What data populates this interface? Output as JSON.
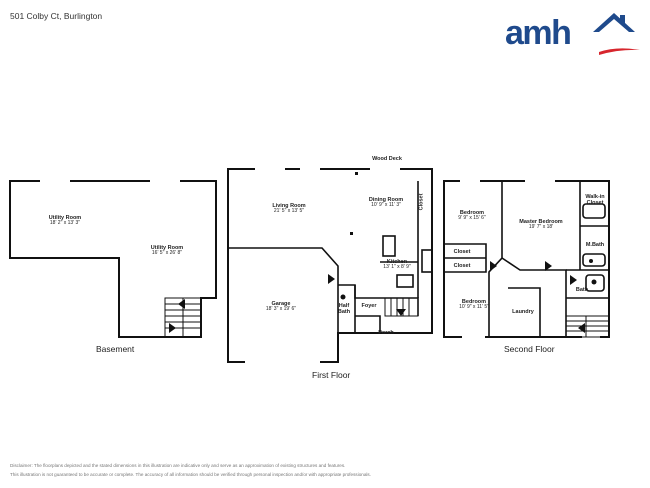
{
  "header": {
    "address": "501 Colby Ct, Burlington",
    "logo_text": "amh"
  },
  "floors": {
    "basement": "Basement",
    "first": "First Floor",
    "second": "Second Floor"
  },
  "rooms": {
    "utility_room_1": {
      "name": "Utility Room",
      "dim": "18' 2\" x 13' 3\""
    },
    "utility_room_2": {
      "name": "Utility Room",
      "dim": "16' 5\" x 26' 8\""
    },
    "living_room": {
      "name": "Living Room",
      "dim": "21' 5\" x 13' 5\""
    },
    "dining_room": {
      "name": "Dining Room",
      "dim": "10' 9\" x 11' 3\""
    },
    "kitchen": {
      "name": "Kitchen",
      "dim": "13' 1\" x 8' 9\""
    },
    "garage": {
      "name": "Garage",
      "dim": "18' 3\" x 19' 6\""
    },
    "wood_deck": {
      "name": "Wood Deck"
    },
    "half_bath": {
      "name": "Half Bath"
    },
    "foyer": {
      "name": "Foyer"
    },
    "porch": {
      "name": "Porch"
    },
    "closet_first": {
      "name": "Closet"
    },
    "bedroom_1": {
      "name": "Bedroom",
      "dim": "9' 9\" x 15' 6\""
    },
    "master_bedroom": {
      "name": "Master Bedroom",
      "dim": "19' 7\" x 18'"
    },
    "walk_in_closet": {
      "name": "Walk-in Closet"
    },
    "m_bath": {
      "name": "M.Bath"
    },
    "closet_a": {
      "name": "Closet"
    },
    "closet_b": {
      "name": "Closet"
    },
    "bath": {
      "name": "Bath"
    },
    "bedroom_2": {
      "name": "Bedroom",
      "dim": "10' 9\" x 11' 5\""
    },
    "laundry": {
      "name": "Laundry"
    }
  },
  "disclaimer": {
    "line1": "Disclaimer: The floorplans depicted and the stated dimensions in this illustration are indicative only and serve as an approximation of existing structures and features.",
    "line2": "This illustration is not guaranteed to be accurate or complete. The accuracy of all information should be verified through personal inspection and/or with appropriate professionals."
  },
  "colors": {
    "brand_blue": "#1f4a8c",
    "brand_red": "#d7262d",
    "wall": "#111111"
  }
}
